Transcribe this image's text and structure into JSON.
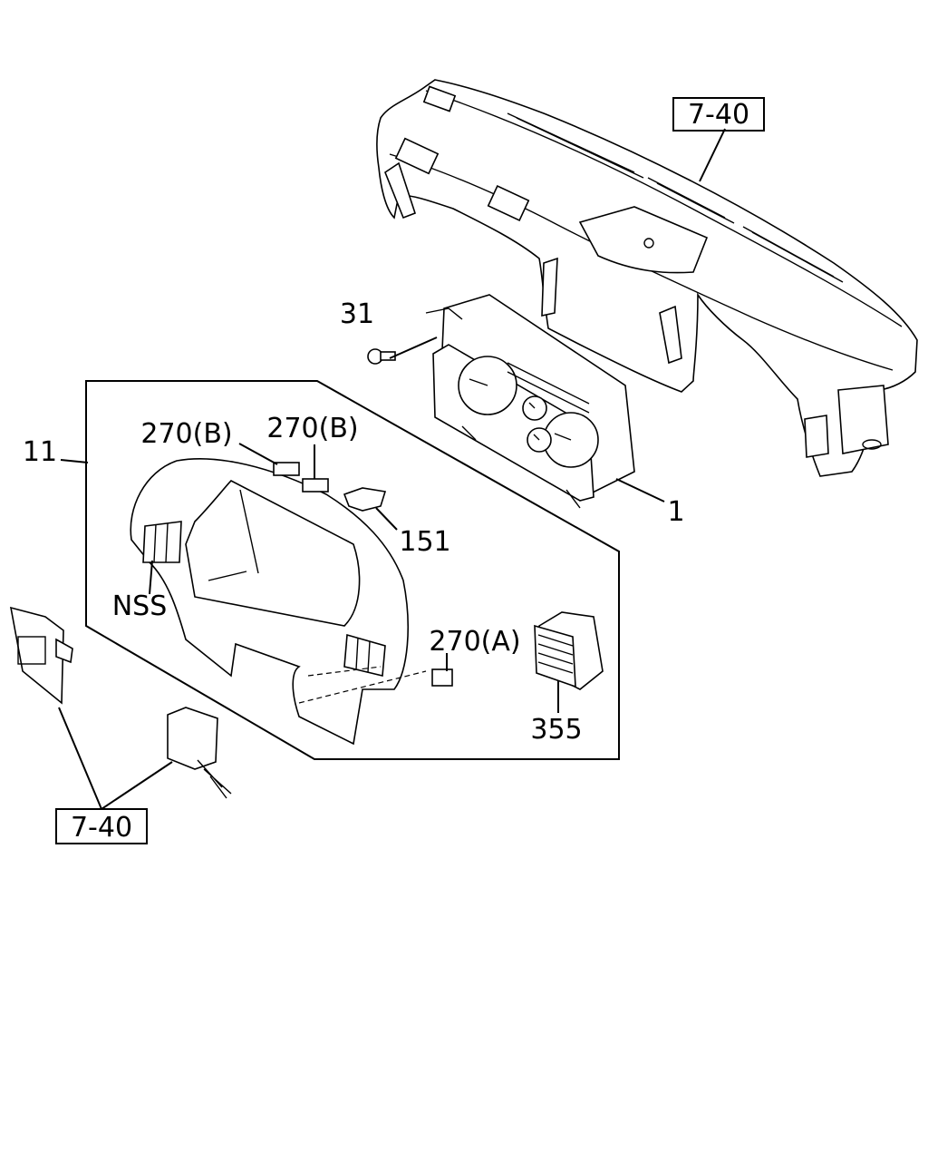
{
  "diagram": {
    "ref_top": "7-40",
    "ref_bottom": "7-40",
    "labels": {
      "p31": "31",
      "p11": "11",
      "p270b_1": "270(B)",
      "p270b_2": "270(B)",
      "p151": "151",
      "p1": "1",
      "nss": "NSS",
      "p270a": "270(A)",
      "p355": "355"
    }
  }
}
